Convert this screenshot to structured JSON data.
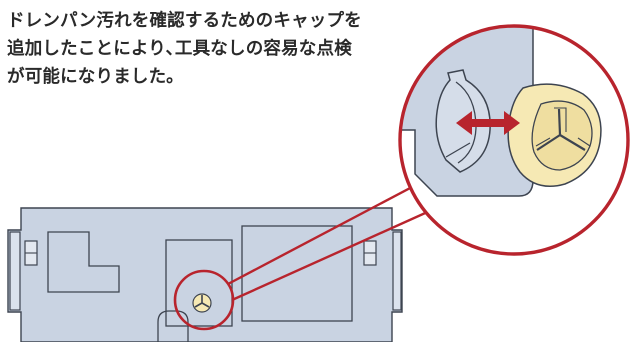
{
  "caption": {
    "lines": [
      "ドレンパン汚れを確認するためのキャップを",
      "追加したことにより､工具なしの容易な点検",
      "が可能になりました｡"
    ]
  },
  "colors": {
    "panel_fill": "#c9d3e2",
    "panel_line": "#3d4450",
    "callout_red": "#b8242d",
    "cap_fill": "#f6e9b4",
    "background": "#ffffff"
  },
  "icons": [
    "double-arrow-icon",
    "drain-cap-icon"
  ]
}
